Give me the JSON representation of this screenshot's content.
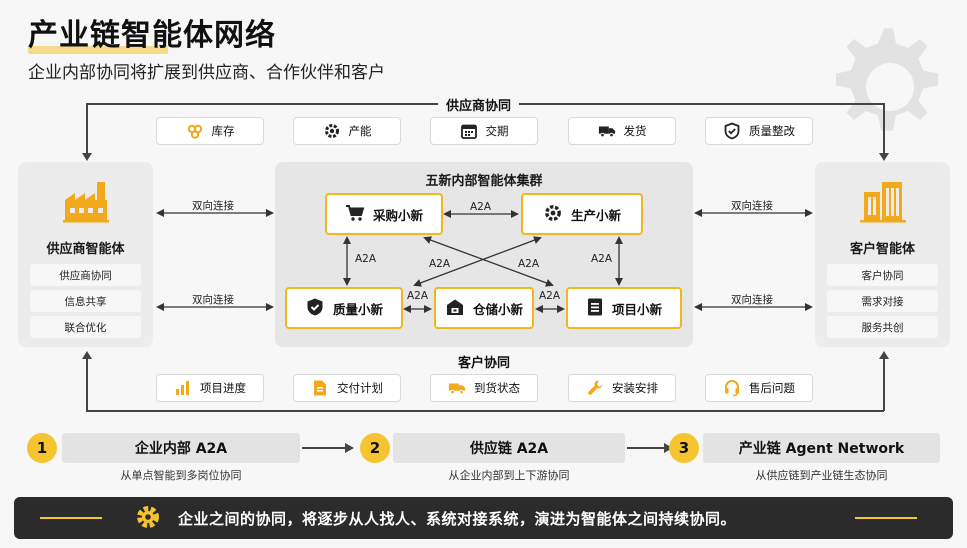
{
  "header": {
    "title": "产业链智能体网络",
    "subtitle": "企业内部协同将扩展到供应商、合作伙伴和客户"
  },
  "supplier_collab": {
    "label": "供应商协同",
    "chips": [
      {
        "icon": "inventory-icon",
        "label": "库存"
      },
      {
        "icon": "gear-icon",
        "label": "产能"
      },
      {
        "icon": "calendar-icon",
        "label": "交期"
      },
      {
        "icon": "truck-icon",
        "label": "发货"
      },
      {
        "icon": "shield-check-icon",
        "label": "质量整改"
      }
    ]
  },
  "customer_collab": {
    "label": "客户协同",
    "chips": [
      {
        "icon": "bar-chart-icon",
        "label": "项目进度"
      },
      {
        "icon": "document-icon",
        "label": "交付计划"
      },
      {
        "icon": "truck-icon",
        "label": "到货状态"
      },
      {
        "icon": "wrench-icon",
        "label": "安装安排"
      },
      {
        "icon": "headset-icon",
        "label": "售后问题"
      }
    ]
  },
  "supplier_agent": {
    "name": "供应商智能体",
    "items": [
      "供应商协同",
      "信息共享",
      "联合优化"
    ]
  },
  "customer_agent": {
    "name": "客户智能体",
    "items": [
      "客户协同",
      "需求对接",
      "服务共创"
    ]
  },
  "bidir_label": "双向连接",
  "cluster": {
    "title": "五新内部智能体集群",
    "nodes": {
      "purchase": "采购小新",
      "production": "生产小新",
      "quality": "质量小新",
      "warehouse": "仓储小新",
      "project": "项目小新"
    },
    "link_label": "A2A"
  },
  "steps": [
    {
      "num": "1",
      "title": "企业内部 A2A",
      "desc": "从单点智能到多岗位协同"
    },
    {
      "num": "2",
      "title": "供应链 A2A",
      "desc": "从企业内部到上下游协同"
    },
    {
      "num": "3",
      "title": "产业链 Agent Network",
      "desc": "从供应链到产业链生态协同"
    }
  ],
  "banner": {
    "icon": "gear-icon",
    "text": "企业之间的协同，将逐步从人找人、系统对接系统，演进为智能体之间持续协同。"
  },
  "colors": {
    "accent": "#f6c431",
    "node_border": "#f2b71c",
    "banner_bg": "#2b2b2b"
  }
}
